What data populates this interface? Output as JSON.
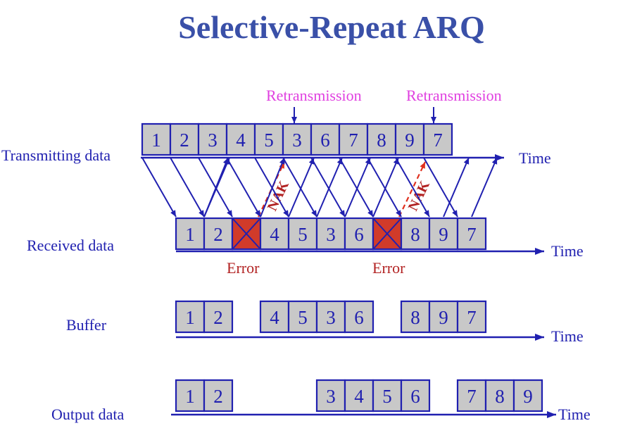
{
  "title": "Selective-Repeat ARQ",
  "time_label": "Time",
  "rows": {
    "transmitting": {
      "label": "Transmitting data",
      "frames": [
        "1",
        "2",
        "3",
        "4",
        "5",
        "3",
        "6",
        "7",
        "8",
        "9",
        "7"
      ]
    },
    "received": {
      "label": "Received data",
      "frames": [
        "1",
        "2",
        "",
        "4",
        "5",
        "3",
        "6",
        "",
        "8",
        "9",
        "7"
      ],
      "error_slots": [
        2,
        7
      ]
    },
    "buffer": {
      "label": "Buffer",
      "groups": [
        [
          "1",
          "2"
        ],
        [
          "4",
          "5",
          "3",
          "6"
        ],
        [
          "8",
          "9",
          "7"
        ]
      ]
    },
    "output": {
      "label": "Output data",
      "groups": [
        [
          "1",
          "2"
        ],
        [
          "3",
          "4",
          "5",
          "6"
        ],
        [
          "7",
          "8",
          "9"
        ]
      ]
    }
  },
  "annotations": {
    "retransmission": [
      "Retransmission",
      "Retransmission"
    ],
    "error": [
      "Error",
      "Error"
    ],
    "nak": [
      "NAK",
      "NAK"
    ]
  },
  "colors": {
    "text": "#2020b0",
    "title": "#3a50a8",
    "cell_fill": "#c8c8c8",
    "error_fill": "#d13b2a",
    "nak": "#e0301e",
    "retransmission": "#e040e0"
  }
}
